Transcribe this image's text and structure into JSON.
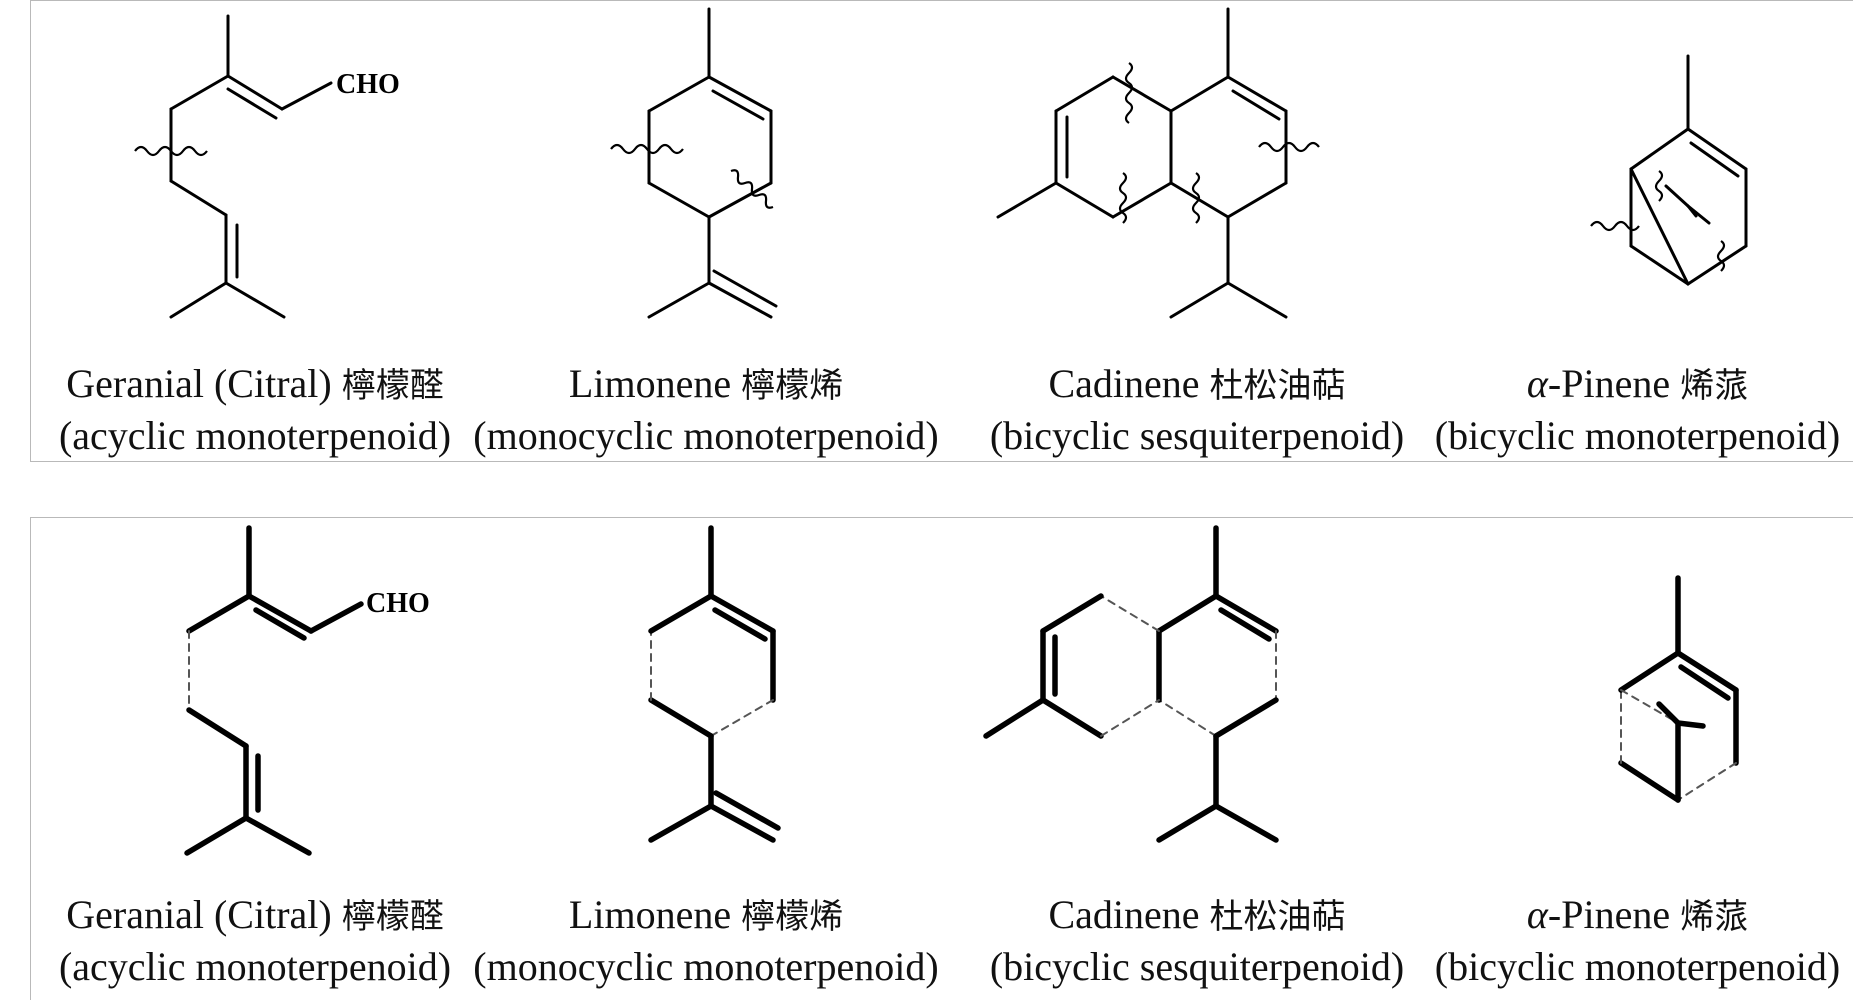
{
  "panels": [
    {
      "compounds": [
        {
          "line1_en": "Geranial (Citral)",
          "line1_cn": "檸檬醛",
          "line2": "(acyclic monoterpenoid)",
          "substituent": "CHO"
        },
        {
          "line1_en": "Limonene",
          "line1_cn": "檸檬烯",
          "line2": "(monocyclic monoterpenoid)"
        },
        {
          "line1_en": "Cadinene",
          "line1_cn": "杜松油萜",
          "line2": "(bicyclic sesquiterpenoid)"
        },
        {
          "line1_alpha": "α",
          "line1_en": "-Pinene",
          "line1_cn": "烯蒎",
          "line2": "(bicyclic monoterpenoid)"
        }
      ]
    },
    {
      "compounds": [
        {
          "line1_en": "Geranial (Citral)",
          "line1_cn": "檸檬醛",
          "line2": "(acyclic monoterpenoid)",
          "substituent": "CHO"
        },
        {
          "line1_en": "Limonene",
          "line1_cn": "檸檬烯",
          "line2": "(monocyclic monoterpenoid)"
        },
        {
          "line1_en": "Cadinene",
          "line1_cn": "杜松油萜",
          "line2": "(bicyclic sesquiterpenoid)"
        },
        {
          "line1_alpha": "α",
          "line1_en": "-Pinene",
          "line1_cn": "烯蒎",
          "line2": "(bicyclic monoterpenoid)"
        }
      ]
    }
  ]
}
